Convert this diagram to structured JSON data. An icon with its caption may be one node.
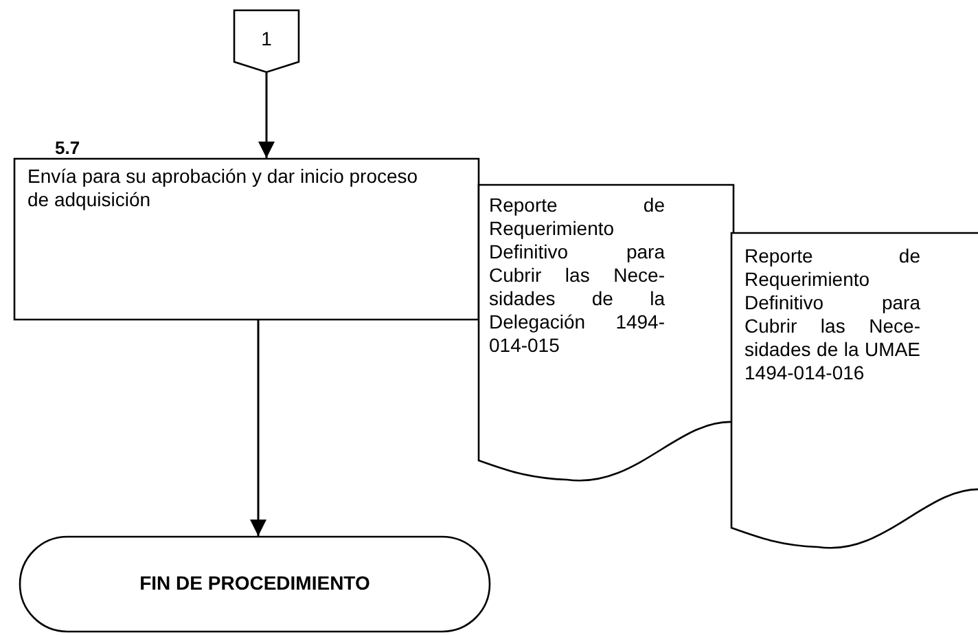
{
  "diagram": {
    "nodes": [
      {
        "text": [
          "1"
        ]
      },
      {
        "text": [
          "Envía para su aprobación y dar inicio proceso de adquisición"
        ],
        "beside": [
          "5.7"
        ]
      },
      {
        "text": [
          "Reporte de Requerimiento Definitivo para Cubrir las Nece-sidades de la Delegación 1494-014-015"
        ]
      },
      {
        "text": [
          "Reporte de Requerimiento Definitivo para Cubrir las Nece-sidades de la UMAE 1494-014-016"
        ]
      },
      {
        "text": [
          "FIN DE PROCEDIMIENTO"
        ]
      }
    ],
    "edges": [
      {
        "from": 0,
        "to": 1,
        "arrow": "to"
      },
      {
        "from": 1,
        "to": 4,
        "arrow": "to"
      }
    ]
  }
}
